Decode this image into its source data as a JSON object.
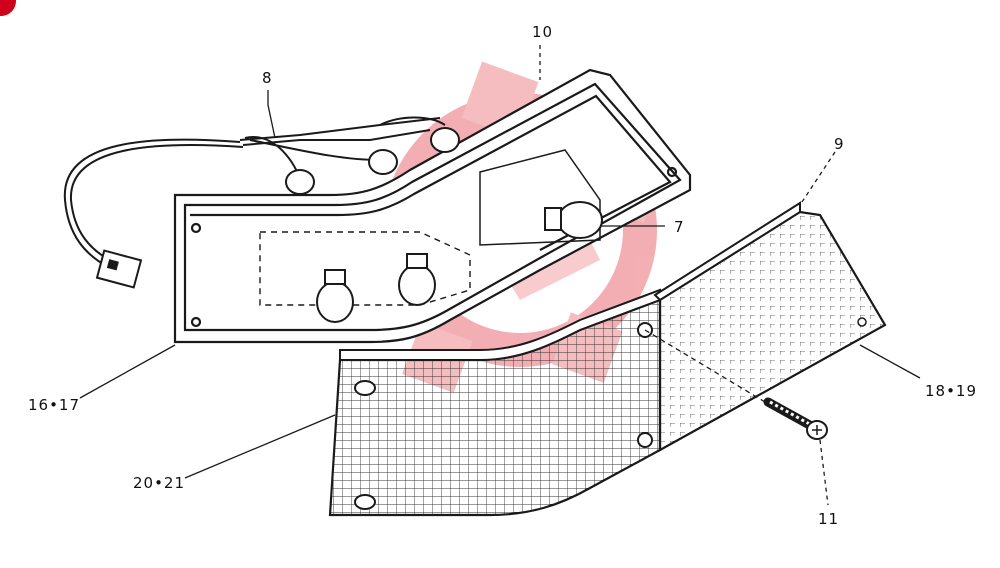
{
  "diagram": {
    "callouts": [
      {
        "id": "10",
        "text": "10"
      },
      {
        "id": "8",
        "text": "8"
      },
      {
        "id": "9",
        "text": "9"
      },
      {
        "id": "7",
        "text": "7"
      },
      {
        "id": "16-17",
        "text": "16•17"
      },
      {
        "id": "18-19",
        "text": "18•19"
      },
      {
        "id": "20-21",
        "text": "20•21"
      },
      {
        "id": "11",
        "text": "11"
      }
    ]
  },
  "colors": {
    "line": "#1a1a1a",
    "watermark": "#e8333c",
    "badge": "#d0021b"
  },
  "icons": {
    "watermark": "red-gear-logo-watermark",
    "badge": "red-corner-badge"
  }
}
